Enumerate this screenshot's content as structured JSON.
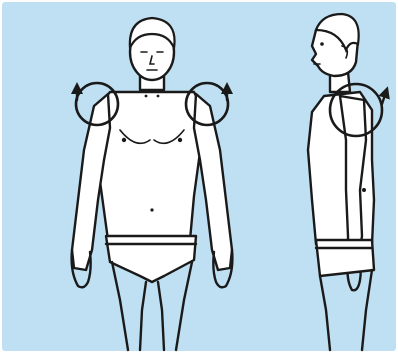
{
  "figure": {
    "views": [
      "front-view",
      "side-view"
    ],
    "motion": "shoulder-circling",
    "arrow_direction": "up-and-back"
  },
  "colors": {
    "background": "#bfe0f2",
    "line": "#1a1a1a",
    "figure_fill": "#ffffff"
  }
}
